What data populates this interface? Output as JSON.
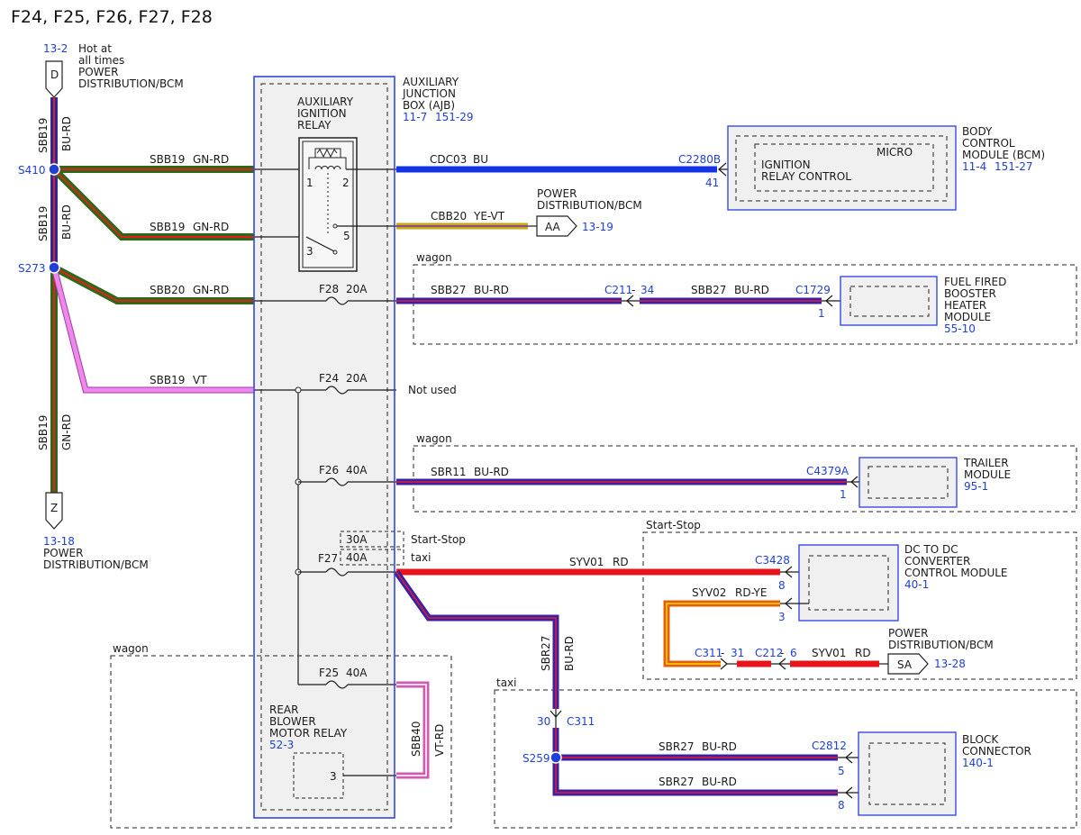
{
  "title": "F24, F25, F26, F27, F28",
  "colors": {
    "connector_ref": "#1f3fd6",
    "box_outline": "#3a4be0",
    "splice": "#1f3fd6"
  },
  "connectors": {
    "D": {
      "letter": "D",
      "ref": "13-2",
      "desc1": "Hot at",
      "desc2": "all times",
      "desc3": "POWER",
      "desc4": "DISTRIBUTION/BCM"
    },
    "Z": {
      "letter": "Z",
      "ref": "13-18",
      "desc1": "POWER",
      "desc2": "DISTRIBUTION/BCM"
    },
    "AA": {
      "letter": "AA",
      "ref": "13-19",
      "desc1": "POWER",
      "desc2": "DISTRIBUTION/BCM"
    },
    "SA": {
      "letter": "SA",
      "ref": "13-28",
      "desc1": "POWER",
      "desc2": "DISTRIBUTION/BCM"
    }
  },
  "splices": {
    "S410": "S410",
    "S273": "S273",
    "S259": "S259"
  },
  "left_wires": {
    "top": {
      "circuit": "SBB19",
      "color": "BU-RD"
    },
    "mid": {
      "circuit": "SBB19",
      "color": "BU-RD"
    },
    "bottom": {
      "circuit": "SBB19",
      "color": "GN-RD"
    }
  },
  "feed_wires": [
    {
      "circuit": "SBB19",
      "color": "GN-RD"
    },
    {
      "circuit": "SBB19",
      "color": "GN-RD"
    },
    {
      "circuit": "SBB20",
      "color": "GN-RD"
    },
    {
      "circuit": "SBB19",
      "color": "VT"
    }
  ],
  "ajb": {
    "name1": "AUXILIARY",
    "name2": "JUNCTION",
    "name3": "BOX (AJB)",
    "ref1": "11-7",
    "ref2": "151-29"
  },
  "relay": {
    "name1": "AUXILIARY",
    "name2": "IGNITION",
    "name3": "RELAY",
    "pin1": "1",
    "pin2": "2",
    "pin3": "3",
    "pin5": "5"
  },
  "fuses": {
    "F28": {
      "name": "F28",
      "rating": "20A"
    },
    "F24": {
      "name": "F24",
      "rating": "20A"
    },
    "F26": {
      "name": "F26",
      "rating": "40A"
    },
    "F27": {
      "name": "F27",
      "rating": "40A"
    },
    "F25": {
      "name": "F25",
      "rating": "40A"
    }
  },
  "f27_options": [
    {
      "rating": "30A",
      "note": "Start-Stop"
    },
    {
      "rating": "40A",
      "note": "taxi"
    }
  ],
  "not_used": "Not used",
  "wires": {
    "cdc03": {
      "circuit": "CDC03",
      "color": "BU"
    },
    "cbb20": {
      "circuit": "CBB20",
      "color": "YE-VT"
    },
    "sbb27_a": {
      "circuit": "SBB27",
      "color": "BU-RD"
    },
    "sbb27_b": {
      "circuit": "SBB27",
      "color": "BU-RD"
    },
    "sbr11": {
      "circuit": "SBR11",
      "color": "BU-RD"
    },
    "syv01": {
      "circuit": "SYV01",
      "color": "RD"
    },
    "syv02": {
      "circuit": "SYV02",
      "color": "RD-YE"
    },
    "syv01_b": {
      "circuit": "SYV01",
      "color": "RD"
    },
    "sbr27_v": {
      "circuit": "SBR27",
      "color": "BU-RD"
    },
    "sbr27_c": {
      "circuit": "SBR27",
      "color": "BU-RD"
    },
    "sbr27_d": {
      "circuit": "SBR27",
      "color": "BU-RD"
    },
    "sbb40": {
      "circuit": "SBB40",
      "color": "VT-RD"
    }
  },
  "bcm": {
    "name1": "BODY",
    "name2": "CONTROL",
    "name3": "MODULE (BCM)",
    "ref1": "11-4",
    "ref2": "151-27",
    "micro": "MICRO",
    "func1": "IGNITION",
    "func2": "RELAY CONTROL",
    "conn": "C2280B",
    "pin": "41"
  },
  "booster": {
    "name1": "FUEL FIRED",
    "name2": "BOOSTER",
    "name3": "HEATER",
    "name4": "MODULE",
    "ref": "55-10",
    "conn": "C1729",
    "pin": "1",
    "inline_conn": "C211",
    "inline_sep": "-",
    "inline_pin": "34"
  },
  "trailer": {
    "name1": "TRAILER",
    "name2": "MODULE",
    "ref": "95-1",
    "conn": "C4379A",
    "pin": "1"
  },
  "dcdc": {
    "name1": "DC TO DC",
    "name2": "CONVERTER",
    "name3": "CONTROL MODULE",
    "ref": "40-1",
    "conn": "C3428",
    "pin_a": "8",
    "pin_b": "3"
  },
  "inline_syv": {
    "c311": "C311",
    "sep1": "-",
    "pin31": "31",
    "c212": "C212",
    "sep2": "-",
    "pin6": "6"
  },
  "c311_main": {
    "conn": "C311",
    "pin": "30"
  },
  "block": {
    "name1": "BLOCK",
    "name2": "CONNECTOR",
    "ref": "140-1",
    "conn": "C2812",
    "pin_a": "5",
    "pin_b": "8"
  },
  "rear_relay": {
    "name1": "REAR",
    "name2": "BLOWER",
    "name3": "MOTOR RELAY",
    "ref": "52-3",
    "pin": "3"
  },
  "options": {
    "wagon1": "wagon",
    "wagon2": "wagon",
    "wagon3": "wagon",
    "startstop": "Start-Stop",
    "taxi": "taxi"
  }
}
